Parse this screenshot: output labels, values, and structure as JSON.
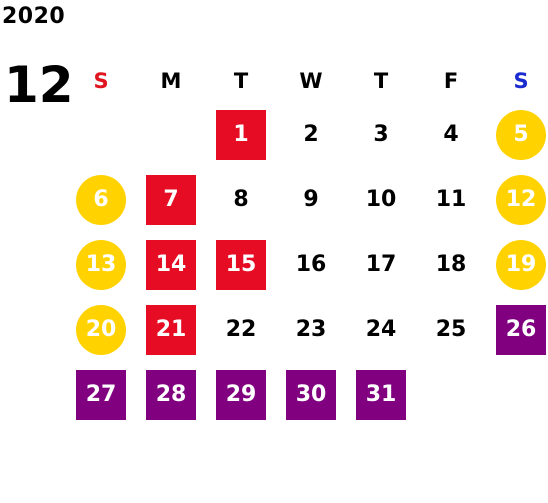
{
  "year": "2020",
  "month": "12",
  "weekdays": [
    "S",
    "M",
    "T",
    "W",
    "T",
    "F",
    "S"
  ],
  "colors": {
    "sunday_header": "#e0151f",
    "saturday_header": "#1a2bd0",
    "red": "#e60c24",
    "yellow": "#ffd200",
    "purple": "#800080"
  },
  "days": [
    {
      "n": "1",
      "style": "red"
    },
    {
      "n": "2",
      "style": "plain"
    },
    {
      "n": "3",
      "style": "plain"
    },
    {
      "n": "4",
      "style": "plain"
    },
    {
      "n": "5",
      "style": "yellow"
    },
    {
      "n": "6",
      "style": "yellow"
    },
    {
      "n": "7",
      "style": "red"
    },
    {
      "n": "8",
      "style": "plain"
    },
    {
      "n": "9",
      "style": "plain"
    },
    {
      "n": "10",
      "style": "plain"
    },
    {
      "n": "11",
      "style": "plain"
    },
    {
      "n": "12",
      "style": "yellow"
    },
    {
      "n": "13",
      "style": "yellow"
    },
    {
      "n": "14",
      "style": "red"
    },
    {
      "n": "15",
      "style": "red"
    },
    {
      "n": "16",
      "style": "plain"
    },
    {
      "n": "17",
      "style": "plain"
    },
    {
      "n": "18",
      "style": "plain"
    },
    {
      "n": "19",
      "style": "yellow"
    },
    {
      "n": "20",
      "style": "yellow"
    },
    {
      "n": "21",
      "style": "red"
    },
    {
      "n": "22",
      "style": "plain"
    },
    {
      "n": "23",
      "style": "plain"
    },
    {
      "n": "24",
      "style": "plain"
    },
    {
      "n": "25",
      "style": "plain"
    },
    {
      "n": "26",
      "style": "purple"
    },
    {
      "n": "27",
      "style": "purple"
    },
    {
      "n": "28",
      "style": "purple"
    },
    {
      "n": "29",
      "style": "purple"
    },
    {
      "n": "30",
      "style": "purple"
    },
    {
      "n": "31",
      "style": "purple"
    }
  ]
}
